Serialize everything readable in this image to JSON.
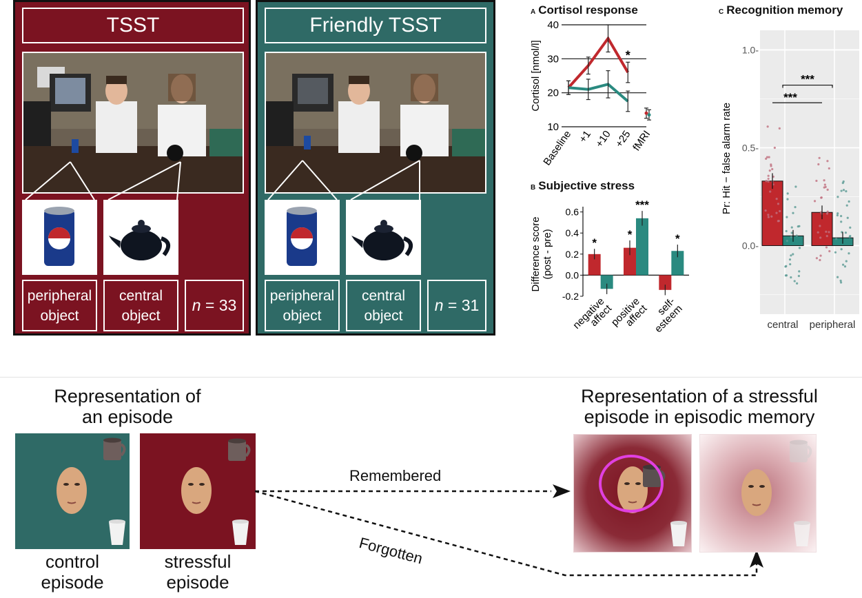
{
  "colors": {
    "stress": "#7b1321",
    "friendly": "#2f6a66",
    "red_series": "#c0282d",
    "teal_series": "#2a8a80",
    "ellipse": "#e040e0"
  },
  "panels": [
    {
      "title": "TSST",
      "labels": [
        "peripheral\nobject",
        "central\nobject"
      ],
      "n_prefix": "n",
      "n_value": " = 33",
      "color": "stress"
    },
    {
      "title": "Friendly TSST",
      "labels": [
        "peripheral\nobject",
        "central\nobject"
      ],
      "n_prefix": "n",
      "n_value": " = 31",
      "color": "friendly"
    }
  ],
  "icons": [
    "soda-can-icon",
    "teapot-icon",
    "mug-icon",
    "cup-icon",
    "face-icon"
  ],
  "chart_data": [
    {
      "type": "line",
      "letter": "A",
      "title": "Cortisol response",
      "ylabel": "Cortisol [nmol/l]",
      "categories": [
        "Baseline",
        "+1",
        "+10",
        "+25",
        "fMRI"
      ],
      "yticks": [
        10,
        20,
        30,
        40
      ],
      "ylim": [
        10,
        40
      ],
      "series": [
        {
          "color": "red_series",
          "values": [
            21.5,
            28,
            36,
            26,
            14
          ],
          "err": [
            2,
            2.5,
            4,
            3,
            1.5
          ]
        },
        {
          "color": "teal_series",
          "values": [
            21.5,
            21,
            22.5,
            17.5,
            13.5
          ],
          "err": [
            2,
            3,
            4,
            3,
            1.5
          ]
        }
      ],
      "annotations": [
        {
          "text": "**",
          "at": "+10"
        },
        {
          "text": "*",
          "at": "+25"
        }
      ]
    },
    {
      "type": "bar",
      "letter": "B",
      "title": "Subjective stress",
      "ylabel": "Difference score\n(post - pre)",
      "categories": [
        "negative\naffect",
        "positive\naffect",
        "self-\nesteem"
      ],
      "yticks": [
        -0.2,
        0.0,
        0.2,
        0.4,
        0.6
      ],
      "ylim": [
        -0.2,
        0.65
      ],
      "series": [
        {
          "color": "red_series",
          "values": [
            0.2,
            0.26,
            -0.14
          ],
          "err": [
            0.05,
            0.07,
            0.05
          ]
        },
        {
          "color": "teal_series",
          "values": [
            -0.13,
            0.54,
            0.23
          ],
          "err": [
            0.05,
            0.07,
            0.06
          ]
        }
      ],
      "annotations": [
        {
          "text": "*",
          "cat": 0,
          "series": 0
        },
        {
          "text": "*",
          "cat": 1,
          "series": 0
        },
        {
          "text": "***",
          "cat": 1,
          "series": 1
        },
        {
          "text": "*",
          "cat": 2,
          "series": 1
        }
      ]
    },
    {
      "type": "bar",
      "letter": "C",
      "title": "Recognition memory",
      "ylabel": "Pr: Hit − false alarm rate",
      "categories": [
        "central",
        "peripheral"
      ],
      "yticks": [
        0.0,
        0.5,
        1.0
      ],
      "yticklabels": [
        "0.0-",
        "0.5-",
        "1.0-"
      ],
      "ylim": [
        -0.35,
        1.1
      ],
      "series": [
        {
          "color": "red_series",
          "values": [
            0.33,
            0.17
          ],
          "err": [
            0.04,
            0.035
          ]
        },
        {
          "color": "teal_series",
          "values": [
            0.05,
            0.04
          ],
          "err": [
            0.03,
            0.03
          ]
        }
      ],
      "annotations": [
        {
          "text": "***"
        },
        {
          "text": "***"
        }
      ]
    }
  ],
  "bottom": {
    "left_title": "Representation of\nan episode",
    "right_title": "Representation of a stressful\nepisode in episodic memory",
    "control_label": "control\nepisode",
    "stressful_label": "stressful\nepisode",
    "remembered": "Remembered",
    "forgotten": "Forgotten"
  }
}
